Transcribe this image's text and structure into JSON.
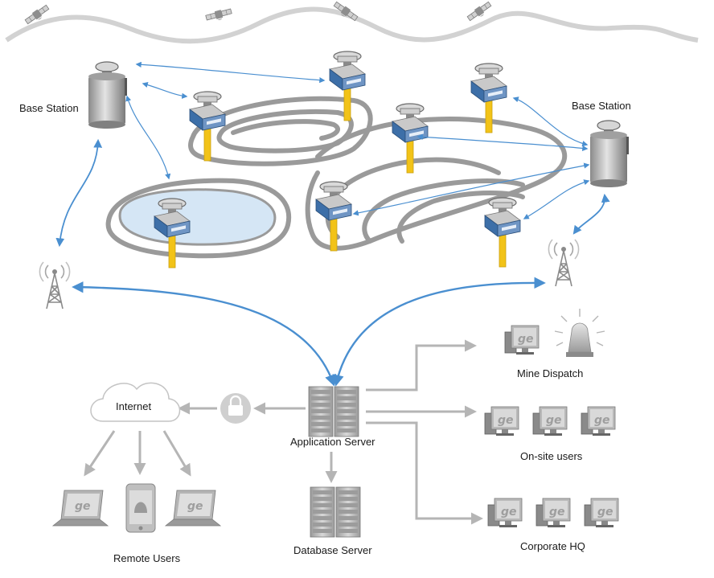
{
  "labels": {
    "base_station_left": "Base Station",
    "base_station_right": "Base Station",
    "internet": "Internet",
    "application_server": "Application Server",
    "database_server": "Database Server",
    "remote_users": "Remote Users",
    "mine_dispatch": "Mine Dispatch",
    "onsite_users": "On-site users",
    "corporate_hq": "Corporate HQ",
    "logo_text": "ge"
  },
  "icons": {
    "satellite": "satellite-icon",
    "receiver": "gnss-receiver-icon",
    "base_station": "base-station-icon",
    "tower": "radio-tower-icon",
    "cloud": "cloud-icon",
    "lock": "lock-icon",
    "server": "server-rack-icon",
    "laptop": "laptop-icon",
    "phone": "phone-icon",
    "computer": "computer-icon",
    "beacon": "alarm-beacon-icon"
  },
  "colors": {
    "link_blue": "#4a8fd0",
    "flow_gray": "#b5b5b5",
    "haul_road": "#9a9a9a",
    "pole_yellow": "#f2c318",
    "water": "#d5e6f5",
    "receiver_blue": "#3d6fa8"
  }
}
